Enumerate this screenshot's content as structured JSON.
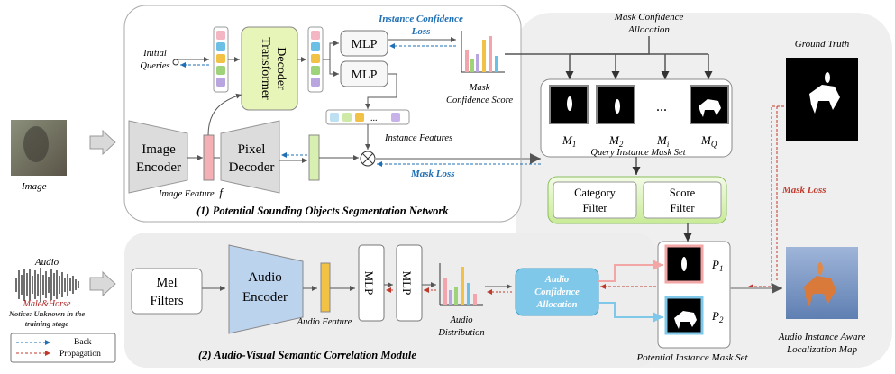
{
  "labels": {
    "image": "Image",
    "initial_queries": [
      "Initial",
      "Queries"
    ],
    "transformer_decoder": [
      "Transformer",
      "Decoder"
    ],
    "mlp": "MLP",
    "instance_confidence_loss": [
      "Instance Confidence",
      "Loss"
    ],
    "mask_confidence_score": [
      "Mask",
      "Confidence Score"
    ],
    "instance_features": "Instance Features",
    "image_encoder": [
      "Image",
      "Encoder"
    ],
    "pixel_decoder": [
      "Pixel",
      "Decoder"
    ],
    "image_feature": "Image Feature",
    "image_feature_symbol": "f",
    "mask_loss": "Mask Loss",
    "module1_title": "(1) Potential Sounding Objects Segmentation Network",
    "mask_confidence_allocation": [
      "Mask Confidence",
      "Allocation"
    ],
    "masks": [
      "M",
      "M",
      "M",
      "M"
    ],
    "mask_subscripts": [
      "1",
      "2",
      "i",
      "Q"
    ],
    "ellipsis": "...",
    "query_instance_mask_set": "Query Instance Mask Set",
    "category_filter": [
      "Category",
      "Filter"
    ],
    "score_filter": [
      "Score",
      "Filter"
    ],
    "ground_truth": "Ground Truth",
    "audio": "Audio",
    "male_horse": "Male&Horse",
    "notice": [
      "Notice: Unknown in the",
      "training stage"
    ],
    "mel_filters": [
      "Mel",
      "Filters"
    ],
    "audio_encoder": [
      "Audio",
      "Encoder"
    ],
    "audio_feature": "Audio Feature",
    "audio_distribution": [
      "Audio",
      "Distribution"
    ],
    "audio_confidence_allocation": [
      "Audio",
      "Confidence",
      "Allocation"
    ],
    "p_labels": [
      "P",
      "P"
    ],
    "p_subscripts": [
      "1",
      "2"
    ],
    "potential_instance_mask_set": "Potential Instance Mask Set",
    "audio_instance_aware_map": [
      "Audio Instance Aware",
      "Localization Map"
    ],
    "module2_title": "(2) Audio-Visual Semantic Correlation Module",
    "legend_back": "Back",
    "legend_propagation": "Propagation"
  },
  "colors": {
    "blue_loss": "#1f6fb5",
    "red_loss": "#c0392b",
    "male_horse": "#b22222",
    "transformer_fill": "#e8f5b8",
    "audio_encoder_fill": "#bcd3ee",
    "audio_conf_fill": "#7fc8ea",
    "filter_fill": "#d4f0a8"
  }
}
